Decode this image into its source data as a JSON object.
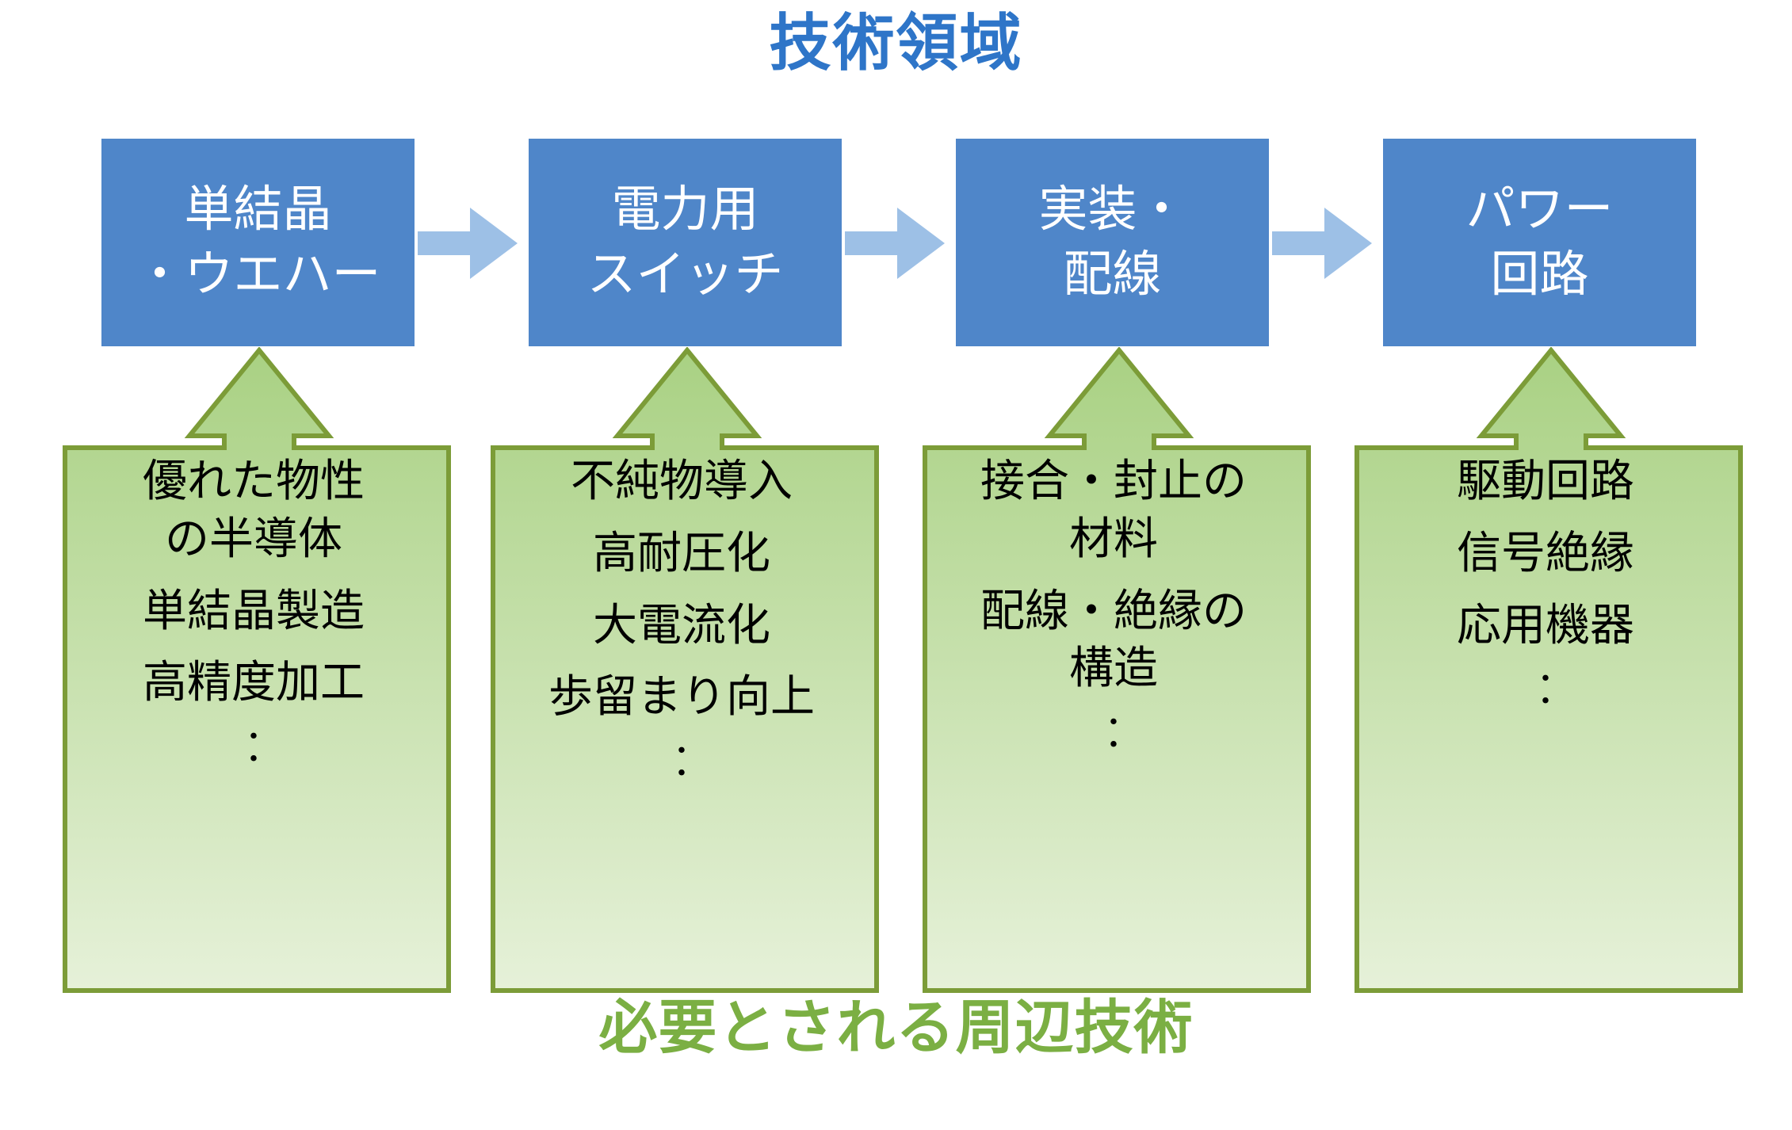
{
  "colors": {
    "blue_box": "#4F86C9",
    "blue_arrow": "#9DC0E6",
    "title_blue": "#2E75C8",
    "title_green": "#7BAF43",
    "green_top": "#A9D183",
    "green_bottom": "#E4F0D5",
    "green_border": "#7C9C38"
  },
  "top_title": "技術領域",
  "bottom_title": "必要とされる周辺技術",
  "tech_domains": [
    {
      "lines": [
        "単結晶",
        "・ウエハー"
      ]
    },
    {
      "lines": [
        "電力用",
        "スイッチ"
      ]
    },
    {
      "lines": [
        "実装・",
        "配線"
      ]
    },
    {
      "lines": [
        "パワー",
        "回路"
      ]
    }
  ],
  "flow_arrows": [
    {
      "icon": "right-arrow-icon"
    },
    {
      "icon": "right-arrow-icon"
    },
    {
      "icon": "right-arrow-icon"
    }
  ],
  "support_technologies": [
    {
      "arrow_icon": "up-arrow-icon",
      "items": [
        {
          "lines": [
            "優れた物性",
            "の半導体"
          ]
        },
        {
          "lines": [
            "単結晶製造"
          ]
        },
        {
          "lines": [
            "高精度加工"
          ]
        }
      ],
      "ellipsis": "︰"
    },
    {
      "arrow_icon": "up-arrow-icon",
      "items": [
        {
          "lines": [
            "不純物導入"
          ]
        },
        {
          "lines": [
            "高耐圧化"
          ]
        },
        {
          "lines": [
            "大電流化"
          ]
        },
        {
          "lines": [
            "歩留まり向上"
          ]
        }
      ],
      "ellipsis": "︰"
    },
    {
      "arrow_icon": "up-arrow-icon",
      "items": [
        {
          "lines": [
            "接合・封止の",
            "材料"
          ]
        },
        {
          "lines": [
            "配線・絶縁の",
            "構造"
          ]
        }
      ],
      "ellipsis": "︰"
    },
    {
      "arrow_icon": "up-arrow-icon",
      "items": [
        {
          "lines": [
            "駆動回路"
          ]
        },
        {
          "lines": [
            "信号絶縁"
          ]
        },
        {
          "lines": [
            "応用機器"
          ]
        }
      ],
      "ellipsis": "︰"
    }
  ]
}
